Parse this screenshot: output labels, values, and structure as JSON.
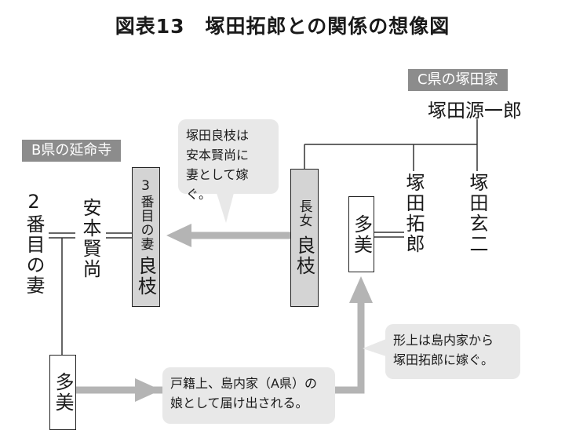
{
  "title": "図表13　塚田拓郎との関係の想像図",
  "tags": {
    "c_family": "C県の塚田家",
    "b_temple": "B県の延命寺"
  },
  "people": {
    "genichiro": "塚田源一郎",
    "genji": "塚田玄二",
    "takuro": "塚田拓郎",
    "yoshie_prefix": "長女",
    "yoshie": "良枝",
    "tami_top": "多美",
    "tami_bottom": "多美",
    "kensho": "安本賢尚",
    "wife2": "2番目の妻",
    "wife3_prefix": "3番目の妻",
    "wife3_name": "良枝"
  },
  "notes": {
    "marry_line1": "塚田良枝は",
    "marry_line2": "安本賢尚に",
    "marry_line3": "妻として嫁ぐ。",
    "register_line1": "戸籍上、島内家（A県）の",
    "register_line2": "娘として届け出される。",
    "formal_line1": "形上は島内家から",
    "formal_line2": "塚田拓郎に嫁ぐ。"
  },
  "colors": {
    "tag_bg": "#8c8c8c",
    "box_gray": "#d4d4d4",
    "arrow": "#b4b4b4",
    "note_bg": "#e8e8e8"
  }
}
